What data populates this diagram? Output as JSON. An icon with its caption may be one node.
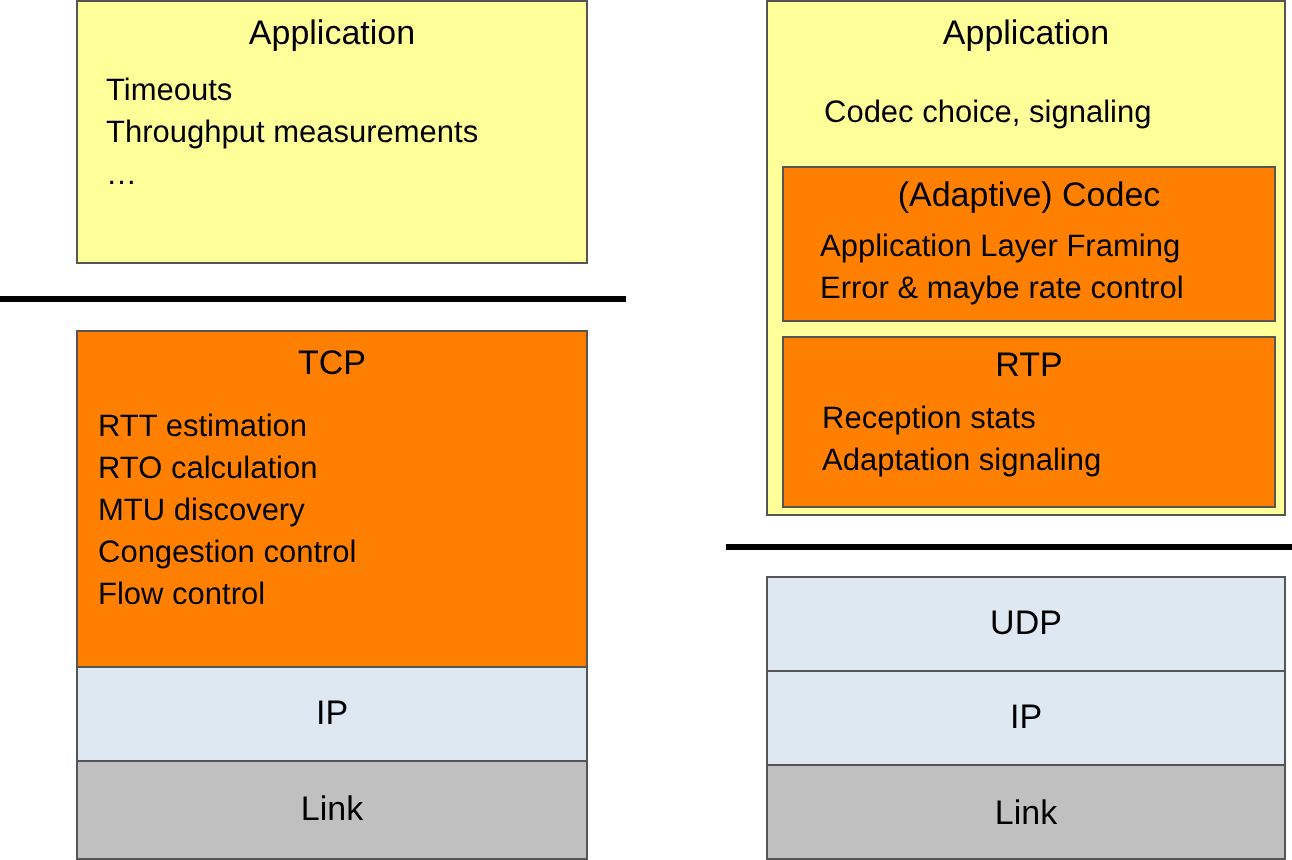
{
  "diagram": {
    "nodes": [
      {
        "text": [
          "Application",
          "Timeouts",
          "Throughput measurements",
          "…"
        ]
      },
      {
        "text": [
          "TCP",
          "RTT estimation",
          "RTO calculation",
          "MTU discovery",
          "Congestion control",
          "Flow control"
        ]
      },
      {
        "text": [
          "IP"
        ]
      },
      {
        "text": [
          "Link"
        ]
      },
      {
        "text": [
          "Application",
          "Codec choice, signaling"
        ]
      },
      {
        "text": [
          "(Adaptive) Codec",
          "Application Layer Framing",
          "Error & maybe rate control"
        ],
        "in": 4
      },
      {
        "text": [
          "RTP",
          "Reception stats",
          "Adaptation signaling"
        ],
        "in": 4
      },
      {
        "text": [
          "UDP"
        ]
      },
      {
        "text": [
          "IP"
        ]
      },
      {
        "text": [
          "Link"
        ]
      }
    ]
  }
}
